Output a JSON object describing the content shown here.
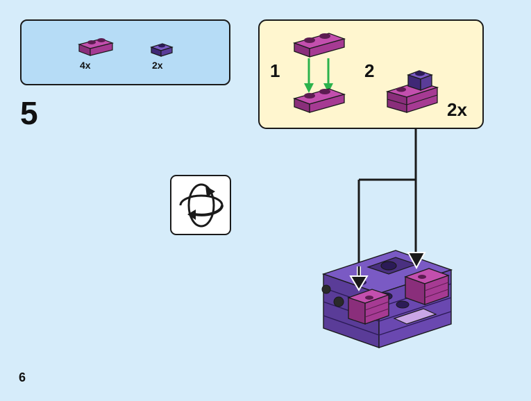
{
  "parts": [
    {
      "name": "magenta-plate-1x2",
      "qty": "4x",
      "color": "#a63a93"
    },
    {
      "name": "purple-plate-1x1",
      "qty": "2x",
      "color": "#5a3c98"
    }
  ],
  "step_number": "5",
  "page_number": "6",
  "substeps": {
    "step_1": "1",
    "step_2": "2",
    "multiplier": "2x"
  },
  "colors": {
    "background": "#d6ecfa",
    "parts_box": "#b6dcf6",
    "substep_box": "#fff6cf",
    "magenta": "#a63a93",
    "purple": "#5a3c98",
    "arrow_green": "#2bb24c"
  },
  "icons": [
    "rotate-model-icon",
    "down-arrow-icon",
    "callout-line"
  ]
}
